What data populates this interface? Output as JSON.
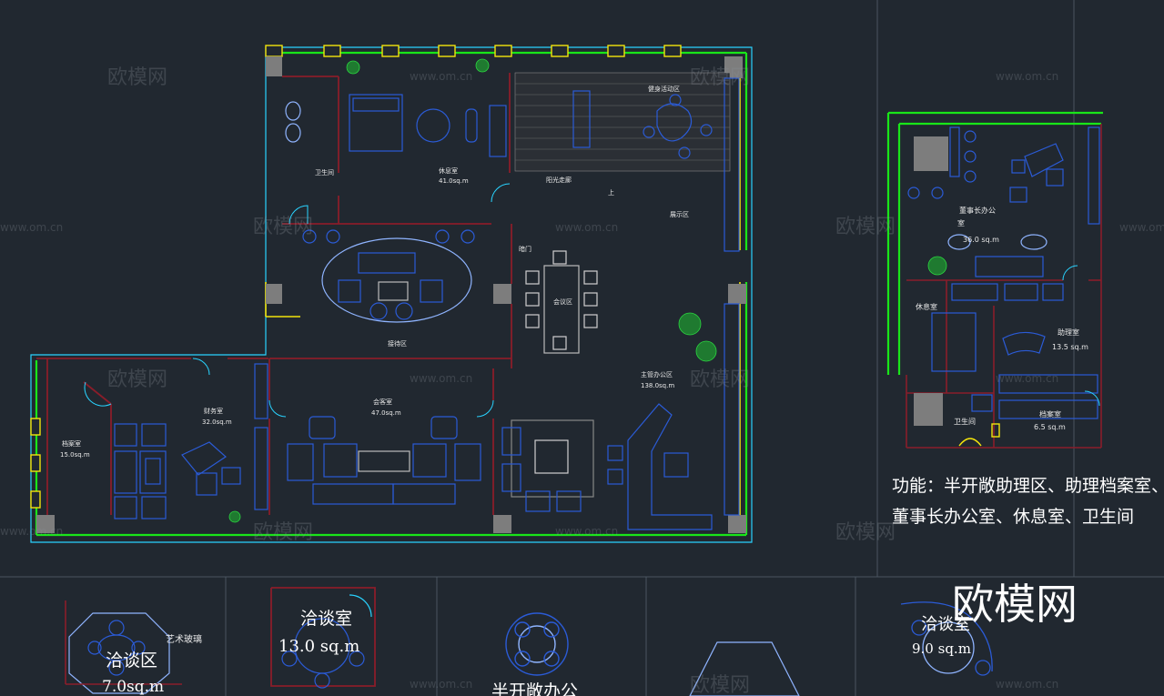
{
  "colors": {
    "background": "#212830",
    "wall_red": "#8a1d2a",
    "window_green": "#19e619",
    "cyan": "#29d3ff",
    "yellow": "#f3e40b",
    "furniture_blue": "#2b5bd6",
    "furniture_light": "#8fb4ff",
    "white": "#e8e8e8"
  },
  "watermarks": {
    "logo": "欧模网",
    "site": "www.om.cn"
  },
  "main_plan": {
    "rooms": {
      "toilet": "卫生间",
      "rest_room": "休息室",
      "rest_area": "41.0sq.m",
      "gym_area": "健身活动区",
      "bar_area": "阳光走廊",
      "stairs_up": "上",
      "display": "展示区",
      "door": "暗门",
      "meeting_area": "会议区",
      "reception": "接待区",
      "open_office": "主管办公区",
      "open_office_area": "138.0sq.m",
      "finance": "财务室",
      "finance_area": "32.0sq.m",
      "meeting_room": "会客室",
      "meeting_room_area": "47.0sq.m",
      "archive": "档案室",
      "archive_area": "15.0sq.m"
    }
  },
  "side_plan": {
    "chairman": "董事长办公",
    "chairman2": "室",
    "chairman_area": "36.0 sq.m",
    "rest": "休息室",
    "assistant": "助理室",
    "assistant_area": "13.5 sq.m",
    "toilet": "卫生间",
    "archive": "档案室",
    "archive_area": "6.5 sq.m",
    "function_line1": "功能：半开敞助理区、助理档案室、",
    "function_line2": "董事长办公室、休息室、卫生间"
  },
  "bottom": {
    "zone1": "洽谈区",
    "zone1_area": "7.0sq.m",
    "art": "艺术玻璃",
    "zone2": "洽谈室",
    "zone2_area": "13.0 sq.m",
    "zone3": "半开敞办公",
    "zone4": "洽谈室",
    "zone4_area": "9.0 sq.m"
  },
  "brand": "欧模网"
}
